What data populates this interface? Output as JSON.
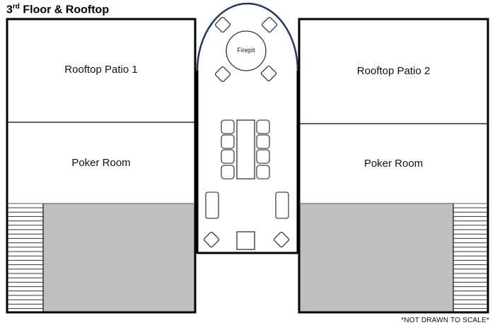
{
  "title": {
    "prefix": "3",
    "superscript": "rd",
    "suffix": " Floor & Rooftop"
  },
  "rooms": {
    "left_top": "Rooftop Patio 1",
    "left_bottom": "Poker Room",
    "right_top": "Rooftop Patio 2",
    "right_bottom": "Poker Room",
    "center_feature": "Firepit"
  },
  "note": "*NOT DRAWN TO SCALE*",
  "colors": {
    "wall": "#000000",
    "arc": "#1f3864",
    "shaded": "#bfbfbf",
    "furniture": "#404040"
  }
}
